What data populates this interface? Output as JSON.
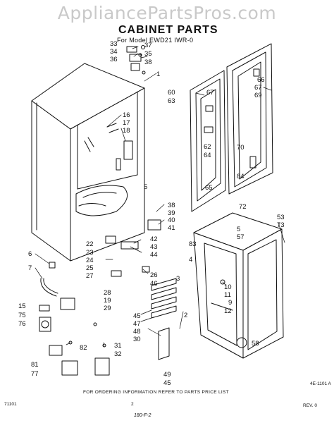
{
  "watermark": "AppliancePartsPros.com",
  "title": "CABINET PARTS",
  "model_line": "For Model EWD21 IWR-0",
  "callouts": [
    {
      "id": "c33",
      "text": "33"
    },
    {
      "id": "c37",
      "text": "37"
    },
    {
      "id": "c34",
      "text": "34"
    },
    {
      "id": "c35",
      "text": "35"
    },
    {
      "id": "c36",
      "text": "36"
    },
    {
      "id": "c38a",
      "text": "38"
    },
    {
      "id": "c1",
      "text": "1"
    },
    {
      "id": "c16",
      "text": "16"
    },
    {
      "id": "c17",
      "text": "17"
    },
    {
      "id": "c18",
      "text": "18"
    },
    {
      "id": "c5a",
      "text": "5"
    },
    {
      "id": "c66",
      "text": "66"
    },
    {
      "id": "c67a",
      "text": "67"
    },
    {
      "id": "c69",
      "text": "69"
    },
    {
      "id": "c60",
      "text": "60"
    },
    {
      "id": "c63",
      "text": "63"
    },
    {
      "id": "c67b",
      "text": "67"
    },
    {
      "id": "c62",
      "text": "62"
    },
    {
      "id": "c64",
      "text": "64"
    },
    {
      "id": "c70",
      "text": "70"
    },
    {
      "id": "c84",
      "text": "84"
    },
    {
      "id": "c65",
      "text": "65"
    },
    {
      "id": "c72",
      "text": "72"
    },
    {
      "id": "c38b",
      "text": "38"
    },
    {
      "id": "c39",
      "text": "39"
    },
    {
      "id": "c40",
      "text": "40"
    },
    {
      "id": "c41",
      "text": "41"
    },
    {
      "id": "c53",
      "text": "53"
    },
    {
      "id": "c73",
      "text": "73"
    },
    {
      "id": "c5b",
      "text": "5"
    },
    {
      "id": "c57",
      "text": "57"
    },
    {
      "id": "c83",
      "text": "83"
    },
    {
      "id": "c4",
      "text": "4"
    },
    {
      "id": "c3",
      "text": "3"
    },
    {
      "id": "c22",
      "text": "22"
    },
    {
      "id": "c23",
      "text": "23"
    },
    {
      "id": "c24",
      "text": "24"
    },
    {
      "id": "c42",
      "text": "42"
    },
    {
      "id": "c43",
      "text": "43"
    },
    {
      "id": "c44",
      "text": "44"
    },
    {
      "id": "c6",
      "text": "6"
    },
    {
      "id": "c7",
      "text": "7"
    },
    {
      "id": "c25",
      "text": "25"
    },
    {
      "id": "c27",
      "text": "27"
    },
    {
      "id": "c26",
      "text": "26"
    },
    {
      "id": "c46",
      "text": "46"
    },
    {
      "id": "c28",
      "text": "28"
    },
    {
      "id": "c19",
      "text": "19"
    },
    {
      "id": "c29",
      "text": "29"
    },
    {
      "id": "c15",
      "text": "15"
    },
    {
      "id": "c75",
      "text": "75"
    },
    {
      "id": "c76",
      "text": "76"
    },
    {
      "id": "c45",
      "text": "45"
    },
    {
      "id": "c47",
      "text": "47"
    },
    {
      "id": "c48",
      "text": "48"
    },
    {
      "id": "c30",
      "text": "30"
    },
    {
      "id": "c10",
      "text": "10"
    },
    {
      "id": "c11",
      "text": "11"
    },
    {
      "id": "c9",
      "text": "9"
    },
    {
      "id": "c12",
      "text": "12"
    },
    {
      "id": "c2",
      "text": "2"
    },
    {
      "id": "c58",
      "text": "58"
    },
    {
      "id": "c82",
      "text": "82"
    },
    {
      "id": "c31",
      "text": "31"
    },
    {
      "id": "c32",
      "text": "32"
    },
    {
      "id": "c81",
      "text": "81"
    },
    {
      "id": "c77",
      "text": "77"
    },
    {
      "id": "c49",
      "text": "49"
    },
    {
      "id": "c45b",
      "text": "45"
    }
  ],
  "footer": {
    "ordering_note": "FOR ORDERING INFORMATION REFER TO PARTS PRICE LIST",
    "drawing_code": "4E-1101 A",
    "left_code": "71101",
    "page_number": "2",
    "revision": "REV. 0",
    "handwritten": "180-F-2"
  }
}
